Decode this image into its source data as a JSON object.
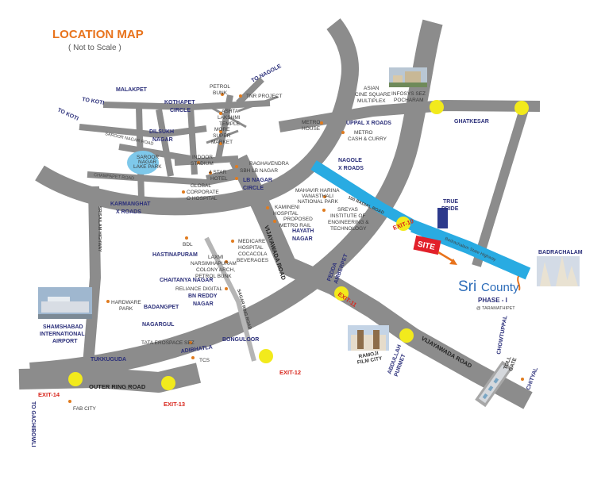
{
  "header": {
    "title": "LOCATION MAP",
    "subtitle": "( Not to Scale )"
  },
  "colors": {
    "road": "#8c8c8c",
    "road_light": "#b5b5b5",
    "highway": "#29abe2",
    "exit_marker": "#f2ea1c",
    "dot": "#e07b1e",
    "title": "#e8731c",
    "area_label": "#2b2f7a",
    "exit_label": "#d8261c",
    "site": "#e2202a",
    "true_pride": "#2d3a8c"
  },
  "roads": {
    "orr": "OUTER RING ROAD",
    "vijayawada_1": "VIJAYAWADA ROAD",
    "vijayawada_2": "VIJAYAWADA ROAD",
    "srisailam": "SRISAILAM HIGHWAY",
    "sagar_ring": "SAGAR RING ROAD",
    "radial": "100 RADIAL ROAD",
    "bsh": "Badrachalam State Highway",
    "saroor": "SAROOR NAGAR ROAD",
    "champapet": "CHAMPAPET ROAD"
  },
  "exits": {
    "e10": "EXIT-10",
    "e11": "EXIT-11",
    "e12": "EXIT-12",
    "e13": "EXIT-13",
    "e14": "EXIT-14"
  },
  "directions": {
    "nagole": "TO NAGOLE",
    "koti1": "TO KOTI",
    "koti2": "TO KOTI",
    "gachibowli": "TO GACHIBOWLI"
  },
  "areas": {
    "malakpet": "MALAKPET",
    "kothapet": [
      "KOTHAPET",
      "CIRCLE"
    ],
    "dilsukh": [
      "DILSUKH",
      "NAGAR"
    ],
    "uppal": "UPPAL X ROADS",
    "nagole_x": [
      "NAGOLE",
      "X ROADS"
    ],
    "lb_nagar": [
      "LB NAGAR",
      "CIRCLE"
    ],
    "karmanghat": [
      "KARMANGHAT",
      "X ROADS"
    ],
    "hayath": [
      "HAYATH",
      "NAGAR"
    ],
    "hastinapuram": "HASTINAPURAM",
    "chaitanya": "CHAITANYA NAGAR",
    "bn_reddy": [
      "BN REDDY",
      "NAGAR"
    ],
    "badangpet": "BADANGPET",
    "nagargul": "NAGARGUL",
    "adibhatla": "ADIBHATLA",
    "tukkuguda": "TUKKUGUDA",
    "bonguloor": "BONGULOOR",
    "pedda": [
      "PEDDA",
      "AMBERPET"
    ],
    "abdullah": [
      "ABDULLAH",
      "PURMET"
    ],
    "chowtuppal": "CHOWTUPPAL",
    "chityal": "CHITYAL",
    "ghatkesar": "GHATKESAR",
    "badrachalam": "BADRACHALAM",
    "shamshabad": [
      "SHAMSHABAD",
      "INTERNATIONAL",
      "AIRPORT"
    ]
  },
  "places": {
    "petrol_bunk": [
      "PETROL",
      "BUNK"
    ],
    "tnr": "TNR PROJECT",
    "temple": [
      "ASHTA",
      "LAKSHMI",
      "TEMPLE"
    ],
    "more": [
      "MORE",
      "SUPER",
      "MARKET"
    ],
    "metro_house": [
      "METRO",
      "HOUSE"
    ],
    "metro_cash": [
      "METRO",
      "CASH & CURRY"
    ],
    "asian": [
      "ASIAN",
      "CINE SQUARE",
      "MULTIPLEX"
    ],
    "infosys": [
      "INFOSYS SEZ",
      "POCHARAM"
    ],
    "indoor": [
      "INDOOR",
      "STADIUM"
    ],
    "hotel": [
      "4 STAR",
      "HOTEL"
    ],
    "raghavendra": [
      "RAGHAVENDRA",
      "SBH LB NAGAR"
    ],
    "global": [
      "GLOBAL",
      "CORPORATE",
      "O HOSPITAL"
    ],
    "mahavir": [
      "MAHAVIR HARINA",
      "VANASTHALI",
      "NATIONAL PARK"
    ],
    "kamineni": [
      "KAMINENI",
      "HOSPITAL"
    ],
    "proposed": [
      "PROPOSED",
      "METRO RAIL"
    ],
    "sreyas": [
      "SREYAS",
      "INSTITUTE OF",
      "ENGINEERING &",
      "TECHNOLOGY"
    ],
    "bdl": "BDL",
    "medicare": [
      "MEDICARE",
      "HOSPITAL",
      "COCACOLA",
      "BEVERAGES"
    ],
    "laxmi": [
      "LAXMI",
      "NARSIMHAPURAM",
      "COLONY ARCH,",
      "PETROL BUNK"
    ],
    "reliance": "RELIANCE DIGITAL",
    "hardware": [
      "HARDWARE",
      "PARK"
    ],
    "tata": "TATA EROSPACE SEZ",
    "tcs": "TCS",
    "fab": "FAB CITY",
    "ramoji": [
      "RAMOJI",
      "FILM CITY"
    ],
    "lake": [
      "SAROOR",
      "NAGAR",
      "LAKE PARK"
    ],
    "toll": [
      "TOLL",
      "GATE"
    ]
  },
  "site": {
    "label": "SITE",
    "true_pride": [
      "TRUE",
      "PRIDE"
    ],
    "brand_a": "Sri",
    "brand_b": "County",
    "phase": "PHASE - I",
    "location": "@ TARAMATHIPET"
  }
}
